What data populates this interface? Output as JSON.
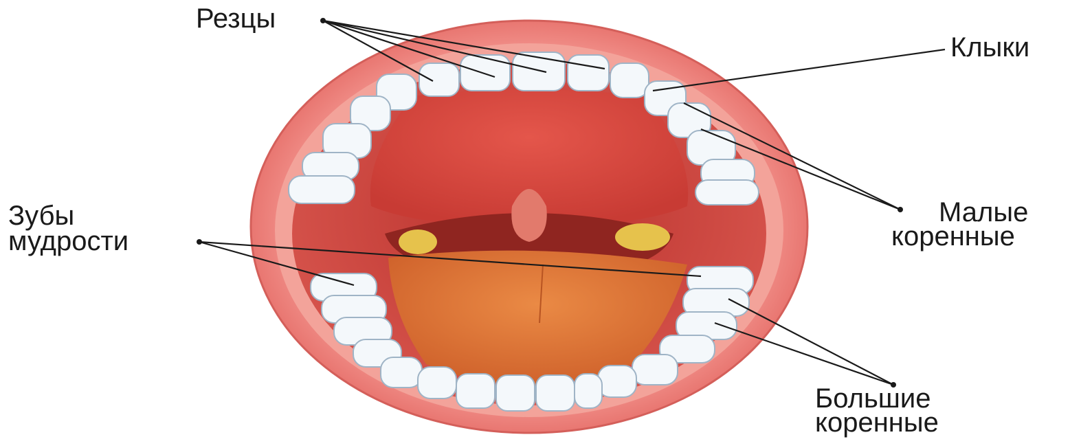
{
  "labels": {
    "incisors": "Резцы",
    "canines": "Клыки",
    "premolars_line1": "Малые",
    "premolars_line2": "коренные",
    "wisdom_line1": "Зубы",
    "wisdom_line2": "мудрости",
    "molars_line1": "Большие",
    "molars_line2": "коренные"
  },
  "colors": {
    "lips": "#e8736f",
    "mouth_inner": "#c93a33",
    "palate": "#d8473e",
    "tongue": "#e07a3a",
    "tonsils": "#e6c24c",
    "teeth": "#f4f8fb",
    "tooth_shadow": "#9fb4c6",
    "text": "#1a1a1a"
  }
}
